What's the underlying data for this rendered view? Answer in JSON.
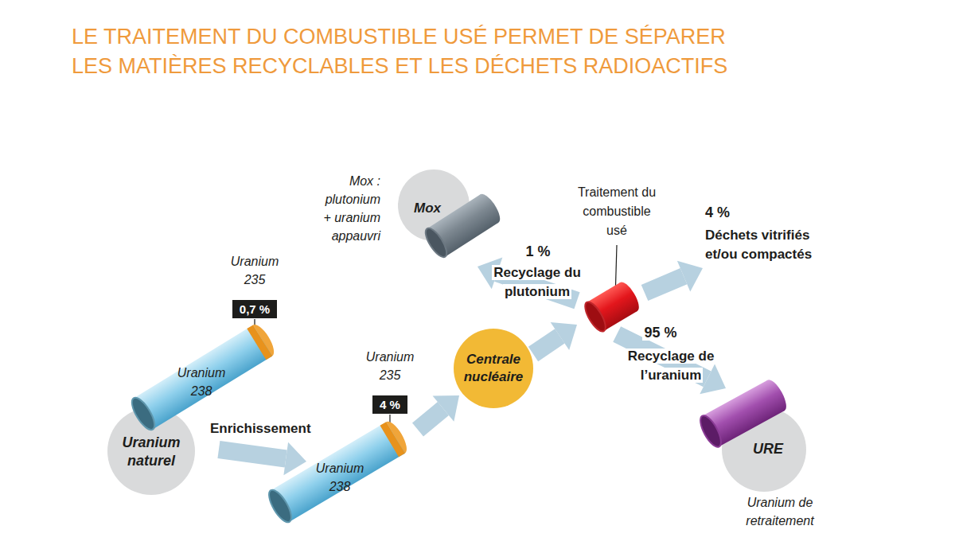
{
  "diagram": {
    "title": "LE TRAITEMENT DU COMBUSTIBLE USÉ PERMET DE SÉPARER LES MATIÈRES RECYCLABLES ET LES DÉCHETS RADIOACTIFS",
    "nodes": [
      {
        "text": [
          "Mox"
        ]
      },
      {
        "text": [
          "Traitement du combustible usé"
        ]
      },
      {
        "text": [
          "4 %",
          "Déchets vitrifiés et/ou compactés"
        ]
      },
      {
        "text": [
          "Uranium 235",
          "0,7 %"
        ]
      },
      {
        "text": [
          "Uranium naturel"
        ]
      },
      {
        "text": [
          "Uranium 238"
        ]
      },
      {
        "text": [
          "Uranium 235",
          "4 %"
        ]
      },
      {
        "text": [
          "Centrale nucléaire"
        ]
      },
      {
        "text": [
          "Uranium 238"
        ]
      },
      {
        "text": [
          "URE"
        ]
      }
    ],
    "edges": [
      {
        "from": 5,
        "to": 8,
        "label": "Enrichissement",
        "arrow": "to"
      },
      {
        "from": 8,
        "to": 7,
        "arrow": "to"
      },
      {
        "from": 7,
        "to": 1,
        "arrow": "to"
      },
      {
        "from": 1,
        "to": 0,
        "label": "Recyclage du plutonium",
        "arrow": "to"
      },
      {
        "from": 1,
        "to": 2,
        "arrow": "to"
      },
      {
        "from": 1,
        "to": 9,
        "label": "Recyclage de l’uranium",
        "arrow": "to"
      },
      {
        "from": 3,
        "to": 5,
        "arrow": "none"
      },
      {
        "from": 6,
        "to": 8,
        "arrow": "none"
      }
    ],
    "labels": [
      "Mox : plutonium + uranium appauvri",
      "1 %",
      "95 %",
      "Uranium de retraitement"
    ]
  }
}
